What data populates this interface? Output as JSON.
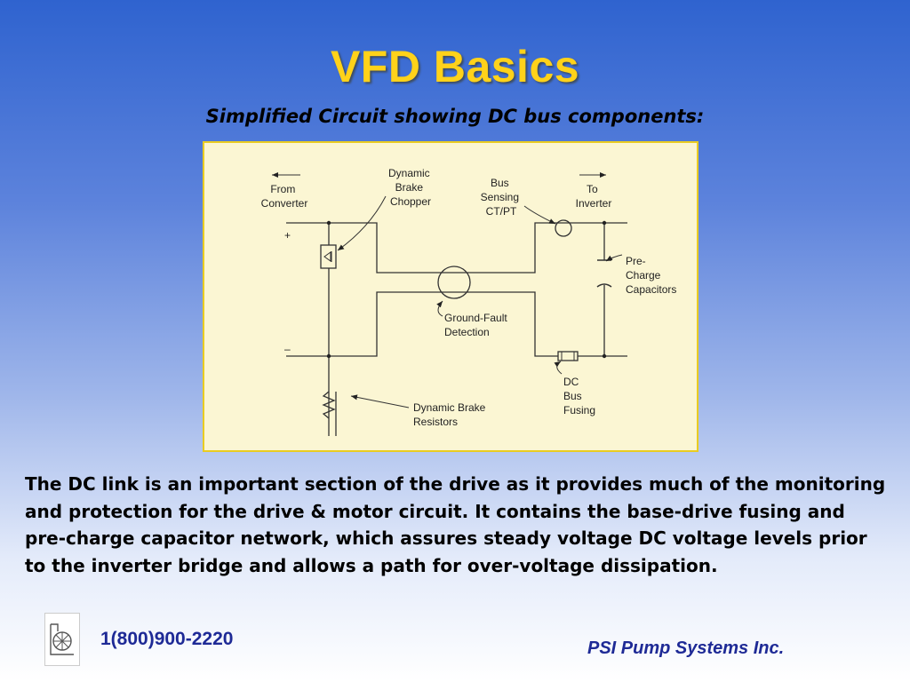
{
  "slide": {
    "title": "VFD Basics",
    "subtitle": "Simplified Circuit showing DC bus components:",
    "body": "The DC link is an important section of the drive as it provides much of the monitoring and protection for the drive & motor circuit. It contains the base-drive fusing and pre-charge capacitor network, which assures steady voltage DC voltage levels prior to the inverter bridge and allows a path for over-voltage dissipation."
  },
  "diagram": {
    "labels": {
      "from_converter": [
        "From",
        "Converter"
      ],
      "dynamic_brake_chopper": [
        "Dynamic",
        "Brake",
        "Chopper"
      ],
      "bus_sensing": [
        "Bus",
        "Sensing",
        "CT/PT"
      ],
      "to_inverter": [
        "To",
        "Inverter"
      ],
      "pre_charge_capacitors": [
        "Pre-",
        "Charge",
        "Capacitors"
      ],
      "ground_fault_detection": [
        "Ground-Fault",
        "Detection"
      ],
      "dc_bus_fusing": [
        "DC",
        "Bus",
        "Fusing"
      ],
      "dynamic_brake_resistors": [
        "Dynamic Brake",
        "Resistors"
      ],
      "plus_sign": "+",
      "minus_sign": "–"
    }
  },
  "footer": {
    "phone": "1(800)900-2220",
    "company": "PSI Pump Systems Inc.",
    "logo_icon": "pump-logo-icon"
  },
  "colors": {
    "title": "#ffd21a",
    "footer_text": "#1e2a96",
    "diagram_bg": "#fbf6d3",
    "diagram_border": "#e9cc22"
  }
}
